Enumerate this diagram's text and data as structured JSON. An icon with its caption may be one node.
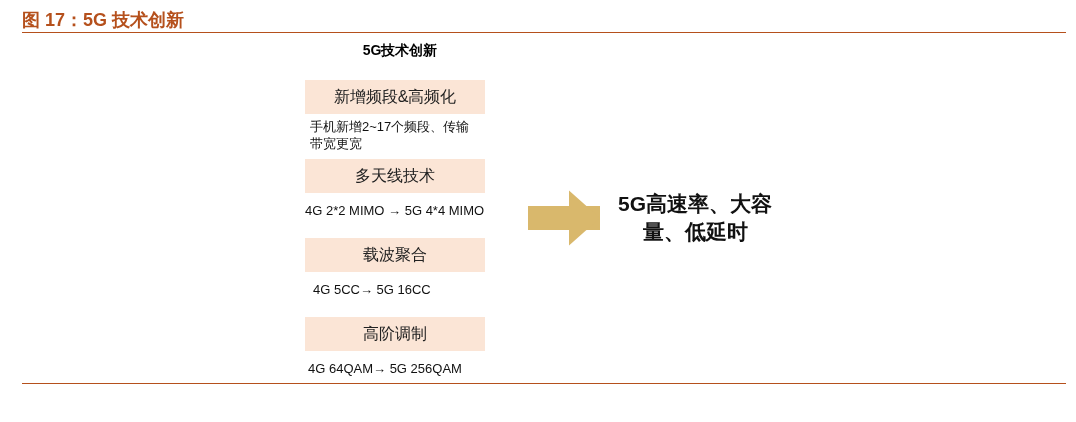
{
  "diagram": {
    "title": "图 17：5G 技术创新",
    "nodes": [
      {
        "text": [
          "新增频段&高频化"
        ],
        "beside": [
          "手机新增2~17个频段、传输带宽更宽"
        ]
      },
      {
        "text": [
          "多天线技术"
        ],
        "beside": [
          "4G 2*2 MIMO → 5G 4*4 MIMO"
        ]
      },
      {
        "text": [
          "载波聚合"
        ],
        "beside": [
          "4G 5CC→ 5G 16CC"
        ]
      },
      {
        "text": [
          "高阶调制"
        ],
        "beside": [
          "4G 64QAM→ 5G 256QAM"
        ]
      },
      {
        "text": [
          "5G高速率、大容量、低延时"
        ]
      }
    ],
    "edges": [
      {
        "from": null,
        "to": 4,
        "arrow": "to",
        "color": "#d9b86c"
      }
    ],
    "labels": [
      "5G技术创新"
    ]
  }
}
